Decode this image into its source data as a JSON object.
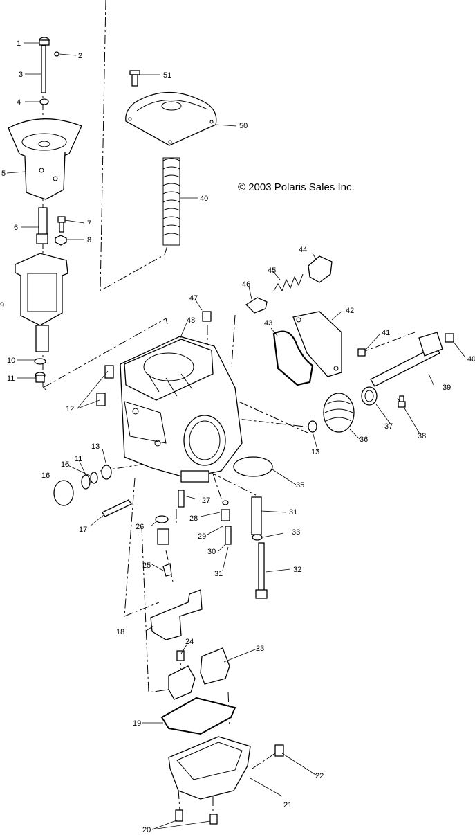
{
  "copyright": "© 2003 Polaris Sales Inc.",
  "labels": {
    "p1": "1",
    "p2": "2",
    "p3": "3",
    "p4": "4",
    "p5": "5",
    "p6": "6",
    "p7": "7",
    "p8": "8",
    "p9": "9",
    "p10": "10",
    "p11": "11",
    "p11b": "11",
    "p12": "12",
    "p13a": "13",
    "p13b": "13",
    "p15": "15",
    "p16": "16",
    "p17": "17",
    "p18": "18",
    "p19": "19",
    "p20": "20",
    "p21": "21",
    "p22": "22",
    "p23": "23",
    "p24": "24",
    "p25": "25",
    "p26": "26",
    "p27": "27",
    "p28": "28",
    "p29": "29",
    "p30": "30",
    "p31a": "31",
    "p31b": "31",
    "p32": "32",
    "p33": "33",
    "p35": "35",
    "p36": "36",
    "p37": "37",
    "p38": "38",
    "p39": "39",
    "p40a": "40",
    "p40b": "40",
    "p41": "41",
    "p42": "42",
    "p43": "43",
    "p44": "44",
    "p45": "45",
    "p46": "46",
    "p47": "47",
    "p48": "48",
    "p50": "50",
    "p51": "51"
  }
}
